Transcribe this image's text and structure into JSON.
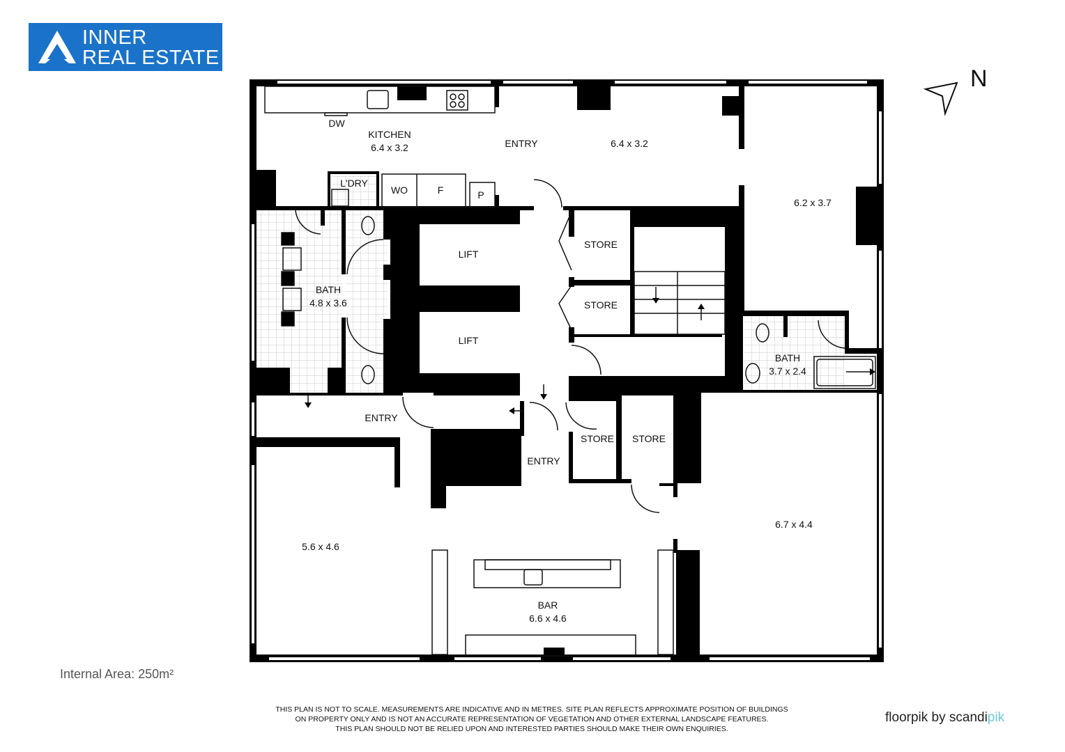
{
  "brand": {
    "line1": "INNER",
    "line2": "REAL ESTATE",
    "color": "#1a73c9"
  },
  "compass": {
    "label": "N"
  },
  "rooms": {
    "kitchen": {
      "name": "KITCHEN",
      "size": "6.4 x 3.2"
    },
    "dw": "DW",
    "entry_top": "ENTRY",
    "room_top": {
      "size": "6.4 x 3.2"
    },
    "room_right": {
      "size": "6.2 x 3.7"
    },
    "ldry": "L'DRY",
    "wo": "WO",
    "f": "F",
    "p": "P",
    "lift1": "LIFT",
    "lift2": "LIFT",
    "store1": "STORE",
    "store2": "STORE",
    "store3": "STORE",
    "store4": "STORE",
    "bath_left": {
      "name": "BATH",
      "size": "4.8 x 3.6"
    },
    "bath_right": {
      "name": "BATH",
      "size": "3.7 x 2.4"
    },
    "entry_mid": "ENTRY",
    "entry_bottom": "ENTRY",
    "room_left": {
      "size": "5.6 x 4.6"
    },
    "room_br": {
      "size": "6.7 x 4.4"
    },
    "bar": {
      "name": "BAR",
      "size": "6.6 x 4.6"
    }
  },
  "footer": {
    "internal_area": "Internal Area: 250m²",
    "disclaimer_1": "THIS PLAN IS NOT TO SCALE. MEASUREMENTS ARE INDICATIVE AND IN METRES. SITE PLAN REFLECTS APPROXIMATE POSITION OF BUILDINGS",
    "disclaimer_2": "ON PROPERTY ONLY AND IS NOT AN ACCURATE REPRESENTATION OF VEGETATION AND OTHER EXTERNAL LANDSCAPE FEATURES.",
    "disclaimer_3": "THIS PLAN SHOULD NOT BE RELIED UPON AND INTERESTED PARTIES SHOULD MAKE THEIR OWN ENQUIRIES.",
    "credit_main": "floorpik by scandi",
    "credit_accent": "pik",
    "accent_color": "#6cc7d8"
  }
}
